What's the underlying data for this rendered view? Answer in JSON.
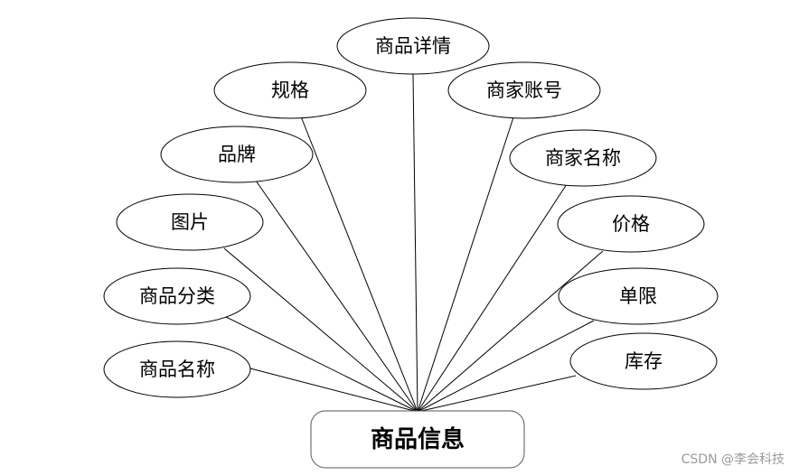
{
  "entity": {
    "label": "商品信息"
  },
  "attributes": [
    {
      "id": "name",
      "label": "商品名称"
    },
    {
      "id": "category",
      "label": "商品分类"
    },
    {
      "id": "image",
      "label": "图片"
    },
    {
      "id": "brand",
      "label": "品牌"
    },
    {
      "id": "spec",
      "label": "规格"
    },
    {
      "id": "detail",
      "label": "商品详情"
    },
    {
      "id": "merchant-account",
      "label": "商家账号"
    },
    {
      "id": "merchant-name",
      "label": "商家名称"
    },
    {
      "id": "price",
      "label": "价格"
    },
    {
      "id": "limit",
      "label": "单限"
    },
    {
      "id": "stock",
      "label": "库存"
    }
  ],
  "watermark": "CSDN @李会科技"
}
